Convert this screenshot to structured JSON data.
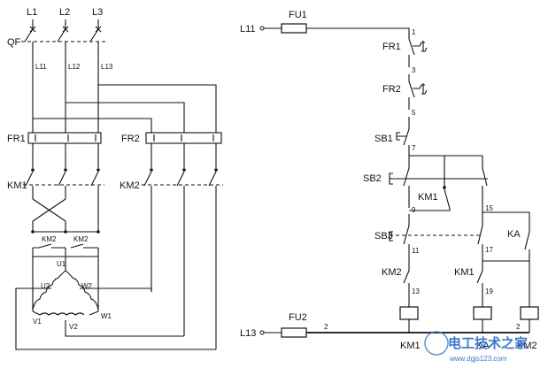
{
  "power": {
    "phases": [
      "L1",
      "L2",
      "L3"
    ],
    "breaker": "QF",
    "lines": [
      "L11",
      "L12",
      "L13"
    ],
    "overload1": "FR1",
    "overload2": "FR2",
    "contactor1": "KM1",
    "contactor2": "KM2",
    "km2_left": "KM2",
    "km2_right": "KM2",
    "motor_terminals": {
      "u1": "U1",
      "u2": "U2",
      "w2": "W2",
      "v1": "V1",
      "v2": "V2",
      "w1": "W1"
    }
  },
  "control": {
    "supply_top": "L11",
    "supply_bottom": "L13",
    "fuse1": "FU1",
    "fuse2": "FU2",
    "fr1": "FR1",
    "fr2": "FR2",
    "sb1": "SB1",
    "sb2": "SB2",
    "sb3": "SB3",
    "km1_aux": "KM1",
    "ka_contact": "KA",
    "km2_interlock": "KM2",
    "km1_interlock": "KM1",
    "coils": [
      "KM1",
      "KA",
      "KM2"
    ],
    "nodes": {
      "n1": "1",
      "n2": "2",
      "n2b": "2",
      "n3": "3",
      "n5": "5",
      "n7": "7",
      "n9": "9",
      "n11": "11",
      "n13": "13",
      "n15": "15",
      "n17": "17",
      "n19": "19"
    }
  },
  "watermark": {
    "brand": "电工技术之家",
    "url": "www.dgjs123.com"
  }
}
